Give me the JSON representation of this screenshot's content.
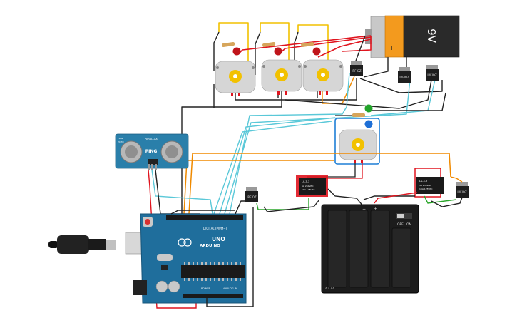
{
  "battery9v": {
    "label": "9V",
    "minus": "−",
    "plus": "+"
  },
  "mosfet_label": "IRFIOZ",
  "relay": {
    "line1": "LS-3-3",
    "line2": "5A 250VAC",
    "line3": "10A 125VAC"
  },
  "sensor": {
    "name": "PING",
    "top_left": "TRIG",
    "top_left_2": "ECHO",
    "header": "PARALLAX"
  },
  "arduino": {
    "brand": "ARDUINO",
    "model": "UNO",
    "digital": "DIGITAL (PWM~)",
    "power": "POWER",
    "analog": "ANALOG IN"
  },
  "battery_pack": {
    "label": "4 x AA",
    "off": "OFF",
    "on": "ON",
    "minus": "−",
    "plus": "+"
  },
  "colors": {
    "wire_black": "#222222",
    "wire_red": "#e0141e",
    "wire_yellow": "#f2c100",
    "wire_orange": "#f08a00",
    "wire_cyan": "#5ac8d8",
    "wire_green": "#2aa62a",
    "wire_blue": "#1e7fd6",
    "arduino_blue": "#1f6e9c",
    "sensor_blue": "#2a7faa"
  }
}
